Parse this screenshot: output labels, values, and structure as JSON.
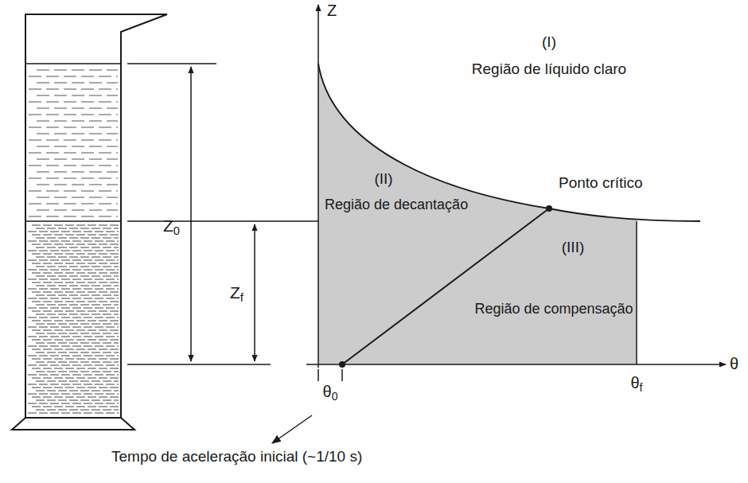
{
  "diagram": {
    "labels": [
      "Z",
      "θ",
      "(I)",
      "Região de líquido claro",
      "(II)",
      "Região de decantação",
      "Ponto crítico",
      "(III)",
      "Região de compensação",
      "Z0",
      "Zf",
      "θ0",
      "θf",
      "Tempo de aceleração inicial (~1/10 s)"
    ]
  }
}
